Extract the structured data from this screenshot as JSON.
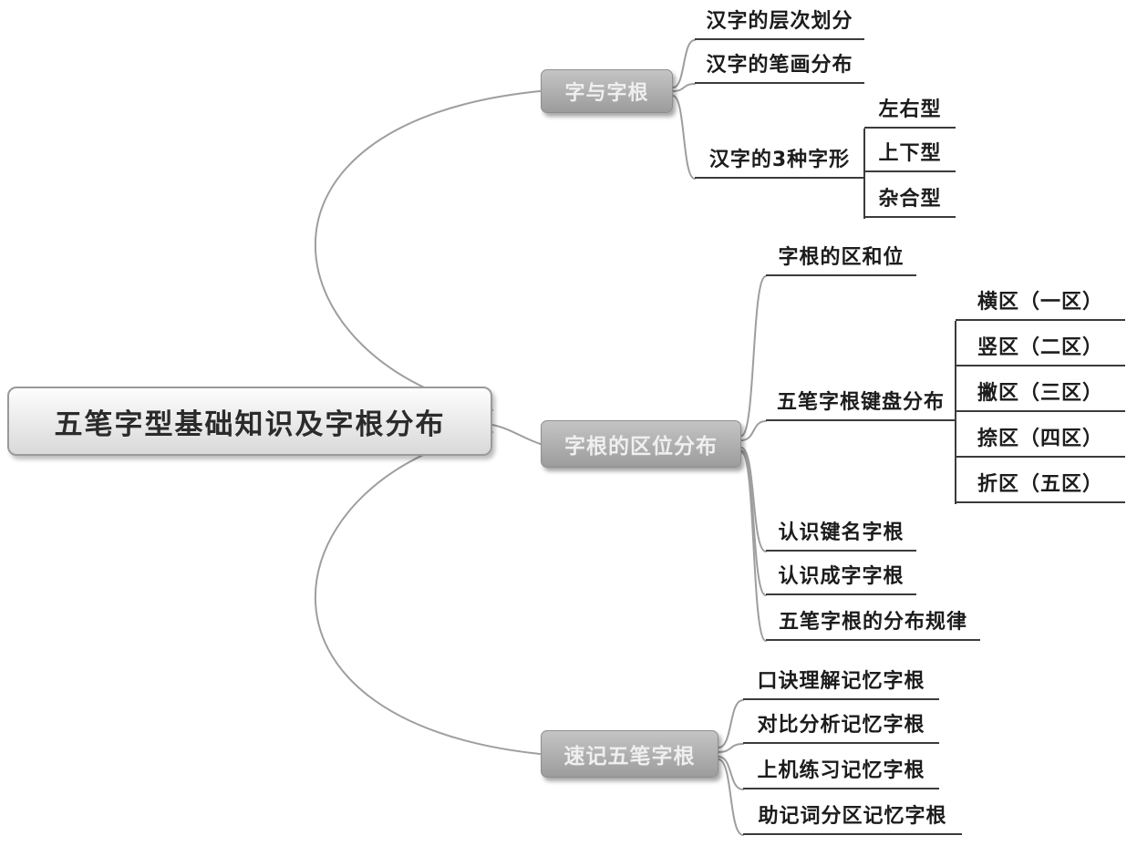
{
  "diagram": {
    "type": "mindmap",
    "language": "zh-CN"
  },
  "root": {
    "label": "五笔字型基础知识及字根分布"
  },
  "branches": [
    {
      "label": "字与字根",
      "children": [
        {
          "label": "汉字的层次划分"
        },
        {
          "label": "汉字的笔画分布"
        },
        {
          "label": "汉字的3种字形",
          "children": [
            {
              "label": "左右型"
            },
            {
              "label": "上下型"
            },
            {
              "label": "杂合型"
            }
          ]
        }
      ]
    },
    {
      "label": "字根的区位分布",
      "children": [
        {
          "label": "字根的区和位"
        },
        {
          "label": "五笔字根键盘分布",
          "children": [
            {
              "label": "横区（一区）"
            },
            {
              "label": "竖区（二区）"
            },
            {
              "label": "撇区（三区）"
            },
            {
              "label": "捺区（四区）"
            },
            {
              "label": "折区（五区）"
            }
          ]
        },
        {
          "label": "认识键名字根"
        },
        {
          "label": "认识成字字根"
        },
        {
          "label": "五笔字根的分布规律"
        }
      ]
    },
    {
      "label": "速记五笔字根",
      "children": [
        {
          "label": "口诀理解记忆字根"
        },
        {
          "label": "对比分析记忆字根"
        },
        {
          "label": "上机练习记忆字根"
        },
        {
          "label": "助记词分区记忆字根"
        }
      ]
    }
  ],
  "colors": {
    "background": "#ffffff",
    "branch_fill_top": "#c4c4c4",
    "branch_fill_bottom": "#9c9c9c",
    "branch_text": "#efefef",
    "root_fill_top": "#fdfdfd",
    "root_fill_bottom": "#d9d9d9",
    "root_border": "#9a9a9a",
    "root_text": "#2b2b2b",
    "leaf_text": "#1c1c1c",
    "underline": "#3b3b3b",
    "connector": "#9e9e9e"
  }
}
